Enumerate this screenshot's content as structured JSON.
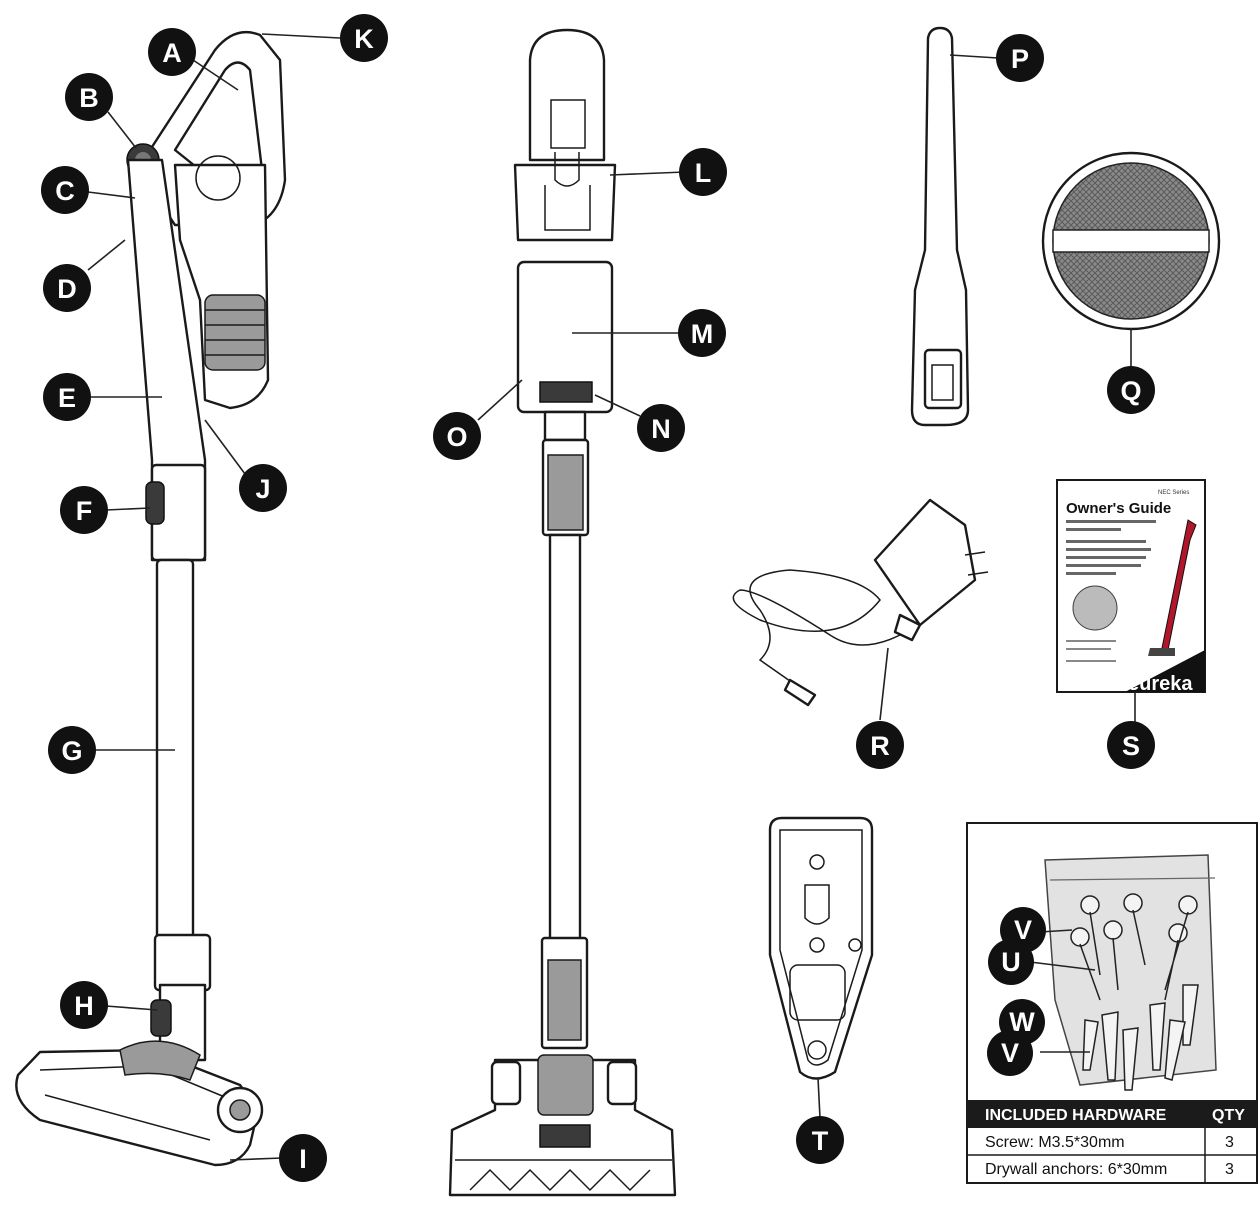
{
  "callouts": {
    "A": "A",
    "B": "B",
    "C": "C",
    "D": "D",
    "E": "E",
    "F": "F",
    "G": "G",
    "H": "H",
    "I": "I",
    "J": "J",
    "K": "K",
    "L": "L",
    "M": "M",
    "N": "N",
    "O": "O",
    "P": "P",
    "Q": "Q",
    "R": "R",
    "S": "S",
    "T": "T"
  },
  "manual": {
    "title": "Owner's Guide",
    "model": "NEC Series",
    "brand": "eureka"
  },
  "hardware": {
    "labels": {
      "v_top": "V",
      "u": "U",
      "w": "W",
      "v_bottom": "V"
    },
    "header": {
      "item": "INCLUDED HARDWARE",
      "qty": "QTY"
    },
    "rows": [
      {
        "item": "Screw: M3.5*30mm",
        "qty": "3"
      },
      {
        "item": "Drywall anchors:  6*30mm",
        "qty": "3"
      }
    ]
  }
}
